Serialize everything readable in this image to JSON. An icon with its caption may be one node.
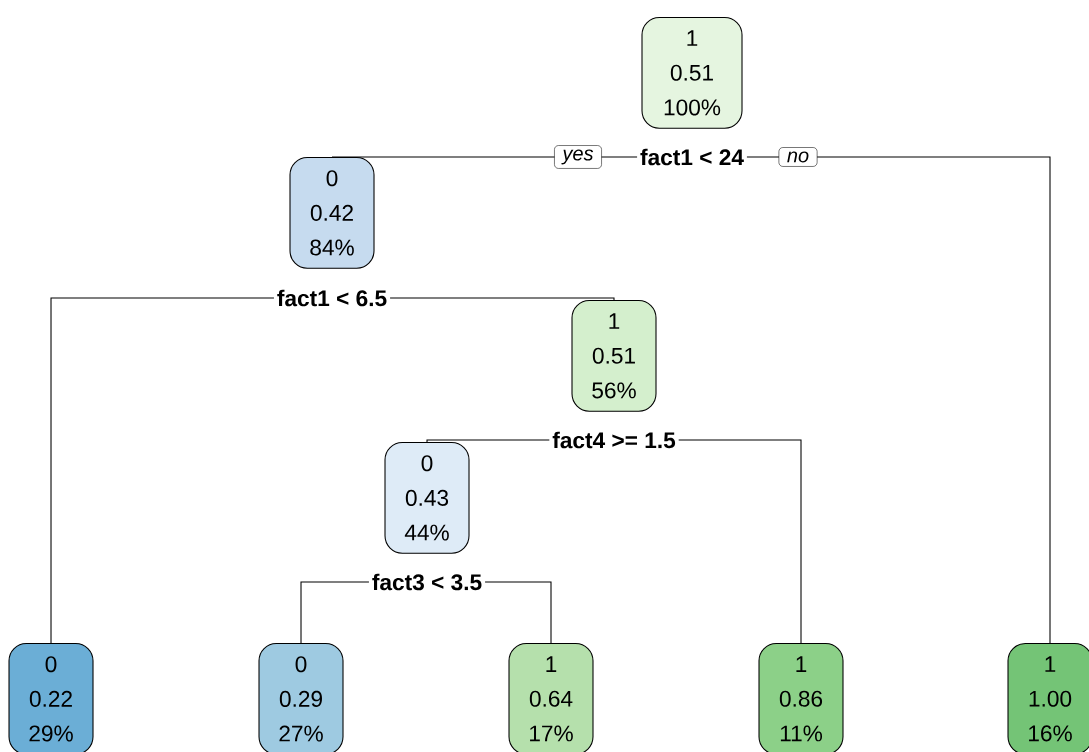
{
  "diagram": {
    "nodes": [
      {
        "text": [
          "1",
          "0.51",
          "100%"
        ]
      },
      {
        "text": [
          "fact1 < 24"
        ]
      },
      {
        "text": [
          "0",
          "0.42",
          "84%"
        ]
      },
      {
        "text": [
          "fact1 < 6.5"
        ]
      },
      {
        "text": [
          "1",
          "0.51",
          "56%"
        ]
      },
      {
        "text": [
          "fact4 >= 1.5"
        ]
      },
      {
        "text": [
          "0",
          "0.43",
          "44%"
        ]
      },
      {
        "text": [
          "fact3 < 3.5"
        ]
      },
      {
        "text": [
          "0",
          "0.22",
          "29%"
        ]
      },
      {
        "text": [
          "0",
          "0.29",
          "27%"
        ]
      },
      {
        "text": [
          "1",
          "0.64",
          "17%"
        ]
      },
      {
        "text": [
          "1",
          "0.86",
          "11%"
        ]
      },
      {
        "text": [
          "1",
          "1.00",
          "16%"
        ]
      }
    ],
    "edges": [
      {
        "from": 1,
        "to": 2,
        "arrow": "none",
        "label": "yes"
      },
      {
        "from": 1,
        "to": 12,
        "arrow": "none",
        "label": "no"
      },
      {
        "from": 3,
        "to": 8,
        "arrow": "none"
      },
      {
        "from": 3,
        "to": 4,
        "arrow": "none"
      },
      {
        "from": 5,
        "to": 6,
        "arrow": "none"
      },
      {
        "from": 5,
        "to": 11,
        "arrow": "none"
      },
      {
        "from": 7,
        "to": 9,
        "arrow": "none"
      },
      {
        "from": 7,
        "to": 10,
        "arrow": "none"
      }
    ]
  }
}
